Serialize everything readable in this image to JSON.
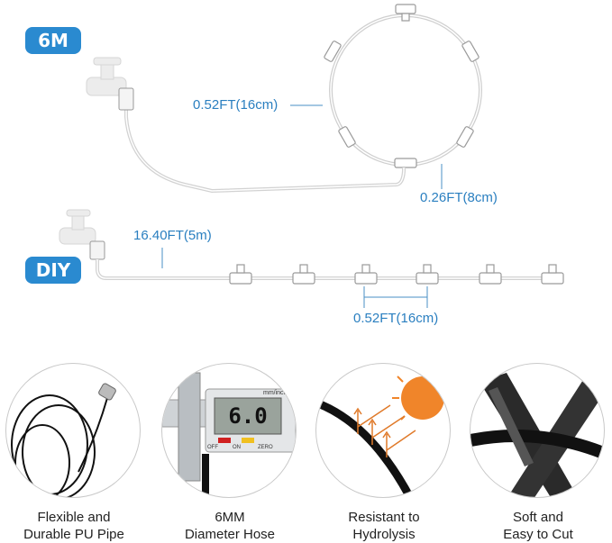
{
  "badges": {
    "top": "6M",
    "bottom": "DIY"
  },
  "labels": {
    "ring_spacing": "0.52FT(16cm)",
    "branch_length": "0.26FT(8cm)",
    "hose_length": "16.40FT(5m)",
    "line_spacing": "0.52FT(16cm)"
  },
  "features": [
    {
      "line1": "Flexible and",
      "line2": "Durable PU Pipe",
      "icon": "coiled-hose-icon"
    },
    {
      "line1": "6MM",
      "line2": "Diameter Hose",
      "icon": "caliper-icon"
    },
    {
      "line1": "Resistant to",
      "line2": "Hydrolysis",
      "icon": "sun-icon"
    },
    {
      "line1": "Soft and",
      "line2": "Easy to Cut",
      "icon": "scissors-icon"
    }
  ],
  "caliper": {
    "reading": "6.0",
    "units": "mm/inch",
    "btn_off": "OFF",
    "btn_on": "ON",
    "btn_zero": "ZERO"
  },
  "colors": {
    "accent": "#2a8ad0",
    "label": "#2a7fc0",
    "sun": "#f0852a",
    "arrows": "#e07a2a"
  }
}
